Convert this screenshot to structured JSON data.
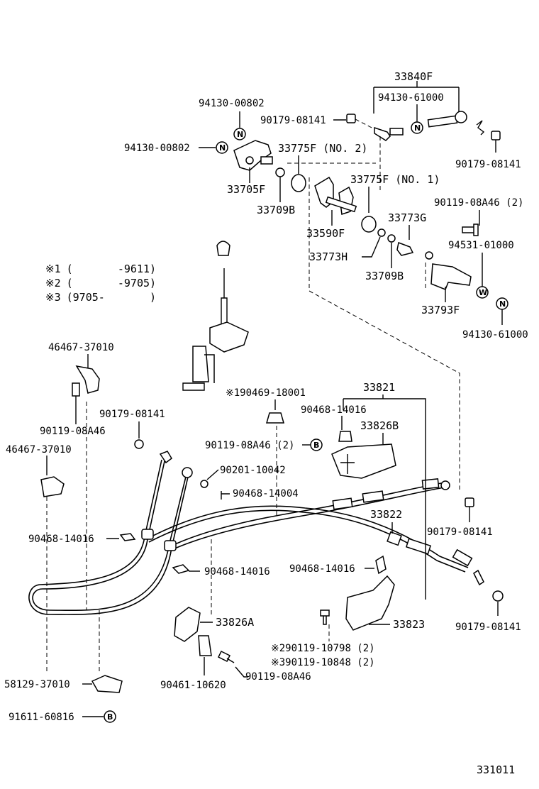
{
  "diagram_id": "331011",
  "notes": [
    {
      "mark": "※1",
      "range": "(       -9611)"
    },
    {
      "mark": "※2",
      "range": "(       -9705)"
    },
    {
      "mark": "※3",
      "range": "(9705-       )"
    }
  ],
  "parts": {
    "p33840F": "33840F",
    "p94130_61000_top": "94130-61000",
    "p94130_00802_a": "94130-00802",
    "p90179_08141_a": "90179-08141",
    "p94130_00802_b": "94130-00802",
    "p33775F_no2": "33775F (NO. 2)",
    "p90179_08141_b": "90179-08141",
    "p33705F": "33705F",
    "p33775F_no1": "33775F (NO. 1)",
    "p33709B_a": "33709B",
    "p90119_08A46_2a": "90119-08A46 (2)",
    "p33773G": "33773G",
    "p33590F": "33590F",
    "p94531_01000": "94531-01000",
    "p33773H": "33773H",
    "p33709B_b": "33709B",
    "p33793F": "33793F",
    "p94130_61000_b": "94130-61000",
    "p46467_37010_a": "46467-37010",
    "p190469_18001": "190469-18001",
    "p33821": "33821",
    "p90179_08141_c": "90179-08141",
    "p90468_14016_a": "90468-14016",
    "p33826B": "33826B",
    "p90119_08A46_a": "90119-08A46",
    "p90119_08A46_2b": "90119-08A46 (2)",
    "p46467_37010_b": "46467-37010",
    "p90201_10042": "90201-10042",
    "p90468_14004": "90468-14004",
    "p33822": "33822",
    "p90179_08141_d": "90179-08141",
    "p90468_14016_b": "90468-14016",
    "p90468_14016_c": "90468-14016",
    "p90468_14016_d": "90468-14016",
    "p33826A": "33826A",
    "p33823": "33823",
    "p90179_08141_e": "90179-08141",
    "p290119_10798": "290119-10798 (2)",
    "p390119_10848": "390119-10848 (2)",
    "p90461_10620": "90461-10620",
    "p90119_08A46_b": "90119-08A46",
    "p58129_37010": "58129-37010",
    "p91611_60816": "91611-60816"
  },
  "markers": {
    "N": "N",
    "W": "W",
    "B": "B",
    "ref": "※"
  }
}
